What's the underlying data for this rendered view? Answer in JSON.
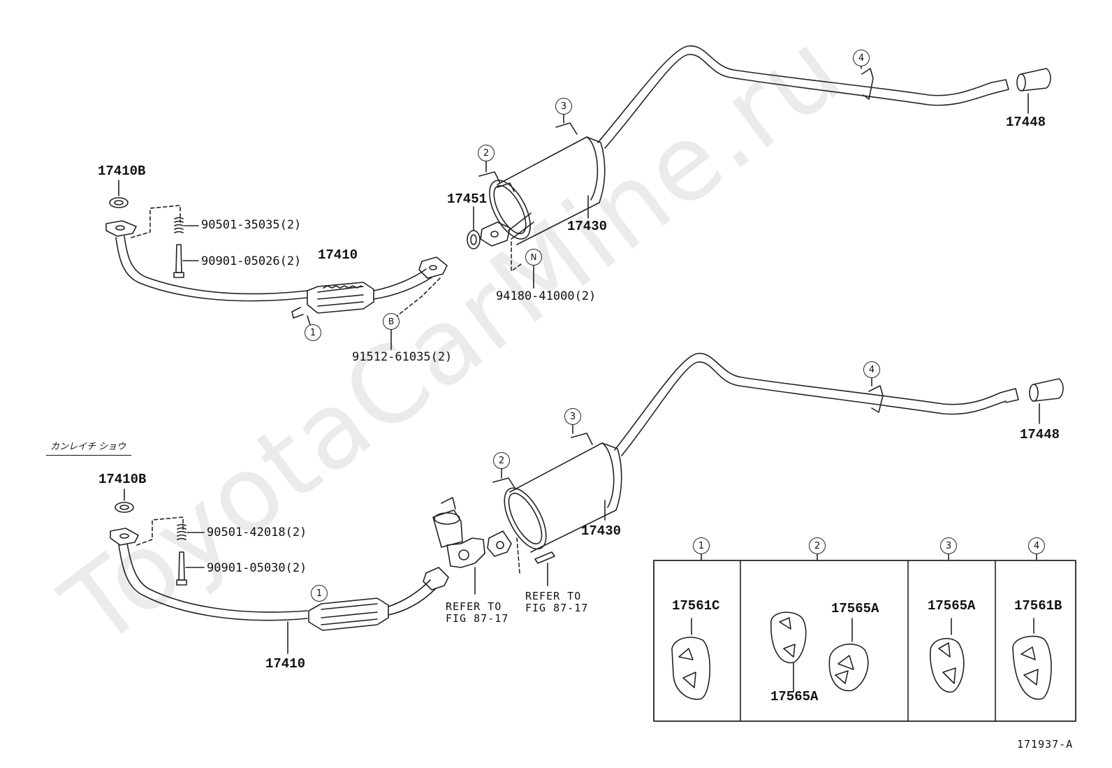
{
  "watermark": "ToyotaCarMine.ru",
  "figure_id": "171937-A",
  "section_note": "カンレイチ ショウ",
  "upper_assembly": {
    "gasket_top": "17410B",
    "spring": "90501-35035(2)",
    "bolt": "90901-05026(2)",
    "front_pipe": "17410",
    "flange_bolt_marker": "B",
    "flange_bolt": "91512-61035(2)",
    "gasket": "17451",
    "nut_marker": "N",
    "nut": "94180-41000(2)",
    "muffler": "17430",
    "tail_tip": "17448",
    "hanger_1": "1",
    "hanger_2": "2",
    "hanger_3": "3",
    "hanger_4": "4"
  },
  "lower_assembly": {
    "gasket_top": "17410B",
    "spring": "90501-42018(2)",
    "bolt": "90901-05030(2)",
    "front_pipe": "17410",
    "refer_left": "REFER TO\nFIG 87-17",
    "refer_right": "REFER TO\nFIG 87-17",
    "muffler": "17430",
    "tail_tip": "17448",
    "hanger_1": "1",
    "hanger_2": "2",
    "hanger_3": "3",
    "hanger_4": "4"
  },
  "hanger_table": {
    "columns": [
      {
        "number": "1",
        "parts": [
          "17561C"
        ]
      },
      {
        "number": "2",
        "parts": [
          "17565A",
          "17565A"
        ]
      },
      {
        "number": "3",
        "parts": [
          "17565A"
        ]
      },
      {
        "number": "4",
        "parts": [
          "17561B"
        ]
      }
    ]
  }
}
